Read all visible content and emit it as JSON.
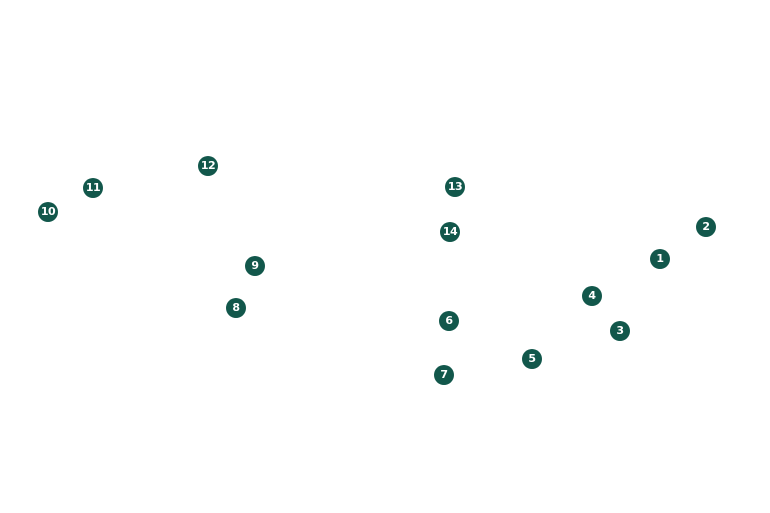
{
  "markers": [
    {
      "label": "1"
    },
    {
      "label": "2"
    },
    {
      "label": "3"
    },
    {
      "label": "4"
    },
    {
      "label": "5"
    },
    {
      "label": "6"
    },
    {
      "label": "7"
    },
    {
      "label": "8"
    },
    {
      "label": "9"
    },
    {
      "label": "10"
    },
    {
      "label": "11"
    },
    {
      "label": "12"
    },
    {
      "label": "13"
    },
    {
      "label": "14"
    }
  ],
  "colors": {
    "marker_fill": "#12574b",
    "marker_text": "#ffffff",
    "background": "#ffffff"
  }
}
